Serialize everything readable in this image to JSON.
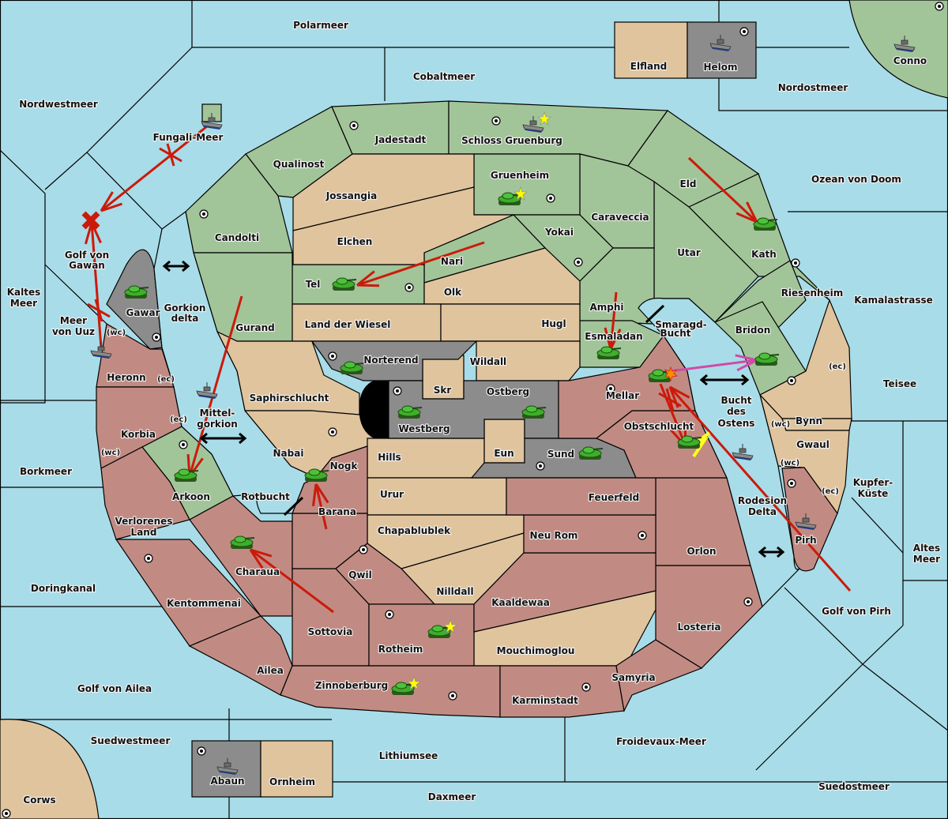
{
  "colors": {
    "sea": "#a8dce8",
    "green_power": "#a2c499",
    "tan_neutral": "#e0c49e",
    "red_power": "#c18b83",
    "grey_impassable": "#8c8c8c",
    "move_arrow": "#cc1a0a",
    "support_arrow": "#d04aa8",
    "convoy_arrow": "#ffff20"
  },
  "labels": {
    "Polarmeer": "Polarmeer",
    "Cobaltmeer": "Cobaltmeer",
    "Nordwestmeer": "Nordwestmeer",
    "Nordostmeer": "Nordostmeer",
    "Elfland": "Elfland",
    "Helom": "Helom",
    "Conno": "Conno",
    "FungaliMeer": "Fungali-Meer",
    "Jadestadt": "Jadestadt",
    "SchlossGruenburg": "Schloss Gruenburg",
    "Qualinost": "Qualinost",
    "Gruenheim": "Gruenheim",
    "Jossangia": "Jossangia",
    "Candolti": "Candolti",
    "Elchen": "Elchen",
    "Caraveccia": "Caraveccia",
    "Yokai": "Yokai",
    "Eld": "Eld",
    "OzeanVonDoom": "Ozean von Doom",
    "Kath": "Kath",
    "Utar": "Utar",
    "Nari": "Nari",
    "Tel": "Tel",
    "Olk": "Olk",
    "GolfVonGawan1": "Golf von",
    "GolfVonGawan2": "Gawan",
    "Kaltes1": "Kaltes",
    "Kaltes2": "Meer",
    "MeerVonUuz1": "Meer",
    "MeerVonUuz2": "von Uuz",
    "Gawar": "Gawar",
    "Gorkion1": "Gorkion",
    "Gorkion2": "delta",
    "Gurand": "Gurand",
    "LandDerWiesel": "Land der Wiesel",
    "Hugl": "Hugl",
    "Amphi": "Amphi",
    "Esmaladan": "Esmaladan",
    "Smaragd1": "Smaragd-",
    "Smaragd2": "Bucht",
    "Riesenheim": "Riesenheim",
    "Kamalastrasse": "Kamalastrasse",
    "Bridon": "Bridon",
    "Norterend": "Norterend",
    "Wildall": "Wildall",
    "Skr": "Skr",
    "Ostberg": "Ostberg",
    "Westberg": "Westberg",
    "Heronn": "Heronn",
    "Saphirschlucht": "Saphirschlucht",
    "Mellar": "Mellar",
    "Obstschlucht": "Obstschlucht",
    "Bucht1": "Bucht",
    "Bucht2": "des",
    "Bucht3": "Ostens",
    "Teisee": "Teisee",
    "Bynn": "Bynn",
    "Gwaul": "Gwaul",
    "Korbia": "Korbia",
    "Mittel1": "Mittel-",
    "Mittel2": "gorkion",
    "Nabai": "Nabai",
    "Hills": "Hills",
    "Eun": "Eun",
    "Sund": "Sund",
    "Borkmeer": "Borkmeer",
    "Arkoon": "Arkoon",
    "Nogk": "Nogk",
    "Rotbucht": "Rotbucht",
    "Urur": "Urur",
    "Feuerfeld": "Feuerfeld",
    "Kupfer1": "Kupfer-",
    "Kupfer2": "Küste",
    "Rodesion1": "Rodesion",
    "Rodesion2": "Delta",
    "Barana": "Barana",
    "Verlorenes1": "Verlorenes",
    "Verlorenes2": "Land",
    "Chapablublek": "Chapablublek",
    "NeuRom": "Neu Rom",
    "Charaua": "Charaua",
    "Qwil": "Qwil",
    "Orlon": "Orlon",
    "Pirh": "Pirh",
    "Altes1": "Altes",
    "Altes2": "Meer",
    "Doringkanal": "Doringkanal",
    "Nilldall": "Nilldall",
    "Kentommenai": "Kentommenai",
    "Kaaldewaa": "Kaaldewaa",
    "GolfVonPirh": "Golf von Pirh",
    "Sottovia": "Sottovia",
    "Losteria": "Losteria",
    "Rotheim": "Rotheim",
    "Mouchimoglou": "Mouchimoglou",
    "Ailea": "Ailea",
    "Samyria": "Samyria",
    "Zinnoberburg": "Zinnoberburg",
    "GolfVonAilea": "Golf von Ailea",
    "Karminstadt": "Karminstadt",
    "Suedwestmeer": "Suedwestmeer",
    "FroidevauxMeer": "Froidevaux-Meer",
    "Lithiumsee": "Lithiumsee",
    "Abaun": "Abaun",
    "Ornheim": "Ornheim",
    "Suedostmeer": "Suedostmeer",
    "Daxmeer": "Daxmeer",
    "Corws": "Corws"
  },
  "coasts": {
    "wc": "(wc)",
    "ec": "(ec)"
  },
  "units": [
    {
      "type": "fleet",
      "territory": "Fungali-Meer",
      "power": "green"
    },
    {
      "type": "fleet",
      "territory": "Schloss Gruenburg",
      "power": "green",
      "capital": true
    },
    {
      "type": "fleet",
      "territory": "Helom",
      "power": "neutral"
    },
    {
      "type": "fleet",
      "territory": "Conno",
      "power": "green"
    },
    {
      "type": "army",
      "territory": "Gruenheim",
      "power": "green",
      "capital": true
    },
    {
      "type": "army",
      "territory": "Kath",
      "power": "green"
    },
    {
      "type": "army",
      "territory": "Tel",
      "power": "green"
    },
    {
      "type": "army",
      "territory": "Gawar",
      "power": "green"
    },
    {
      "type": "fleet",
      "territory": "Meer von Uuz",
      "power": "red"
    },
    {
      "type": "fleet",
      "territory": "Mittelgorkion",
      "power": "green"
    },
    {
      "type": "army",
      "territory": "Arkoon",
      "power": "green"
    },
    {
      "type": "army",
      "territory": "Norterend",
      "power": "green"
    },
    {
      "type": "army",
      "territory": "Westberg",
      "power": "green"
    },
    {
      "type": "army",
      "territory": "Ostberg",
      "power": "green"
    },
    {
      "type": "army",
      "territory": "Sund",
      "power": "green"
    },
    {
      "type": "army",
      "territory": "Esmaladan",
      "power": "green"
    },
    {
      "type": "army",
      "territory": "Mellar",
      "power": "red",
      "dislodged": true
    },
    {
      "type": "army",
      "territory": "Bridon",
      "power": "green"
    },
    {
      "type": "army",
      "territory": "Obstschlucht",
      "power": "red"
    },
    {
      "type": "fleet",
      "territory": "Bucht des Ostens",
      "power": "red"
    },
    {
      "type": "fleet",
      "territory": "Pirh",
      "power": "red"
    },
    {
      "type": "army",
      "territory": "Nogk",
      "power": "red"
    },
    {
      "type": "army",
      "territory": "Charaua",
      "power": "red"
    },
    {
      "type": "army",
      "territory": "Rotheim",
      "power": "red",
      "capital": true
    },
    {
      "type": "army",
      "territory": "Zinnoberburg",
      "power": "red",
      "capital": true
    },
    {
      "type": "fleet",
      "territory": "Abaun",
      "power": "neutral"
    }
  ]
}
